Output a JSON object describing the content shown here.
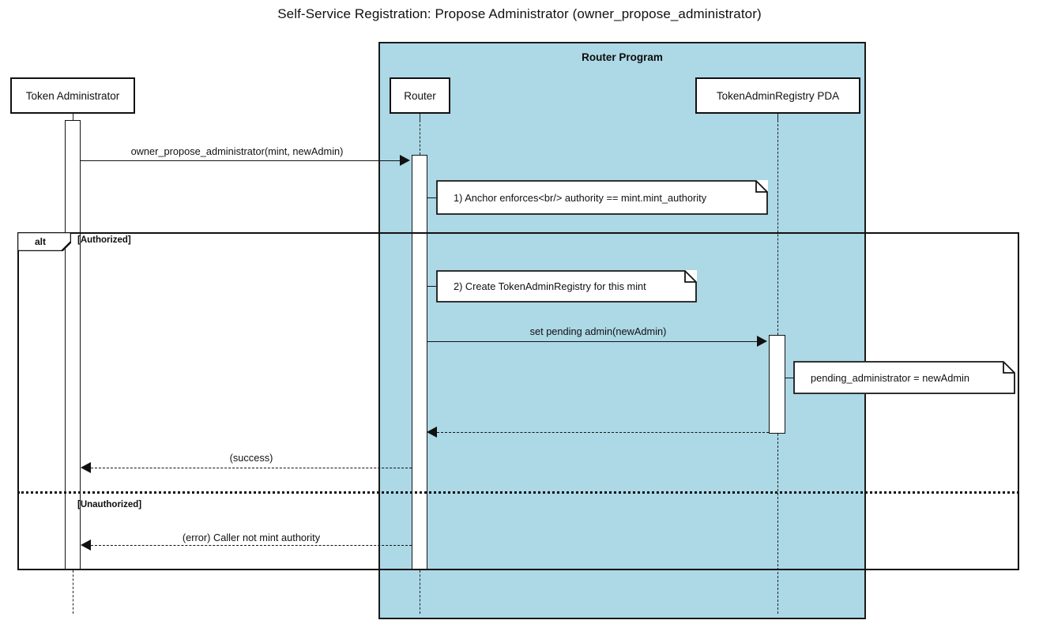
{
  "diagram": {
    "type": "sequence",
    "title": "Self-Service Registration: Propose Administrator (owner_propose_administrator)",
    "background": "#ffffff",
    "line_color": "#111111"
  },
  "groups": [
    {
      "id": "router-program",
      "label": "Router Program",
      "color": "#ADD8E6",
      "contains": [
        "router",
        "token-admin-registry-pda"
      ]
    }
  ],
  "participants": [
    {
      "id": "token-administrator",
      "label": "Token Administrator"
    },
    {
      "id": "router",
      "label": "Router"
    },
    {
      "id": "token-admin-registry-pda",
      "label": "TokenAdminRegistry PDA"
    }
  ],
  "messages": [
    {
      "id": "m1",
      "label": "owner_propose_administrator(mint, newAdmin)",
      "from": "token-administrator",
      "to": "router",
      "style": "solid",
      "direction": "right"
    },
    {
      "id": "m2",
      "label": "set pending admin(newAdmin)",
      "from": "router",
      "to": "token-admin-registry-pda",
      "style": "solid",
      "direction": "right"
    },
    {
      "id": "m3",
      "label": "",
      "from": "token-admin-registry-pda",
      "to": "router",
      "style": "dashed",
      "direction": "left"
    },
    {
      "id": "m4",
      "label": "(success)",
      "from": "router",
      "to": "token-administrator",
      "style": "dashed",
      "direction": "left"
    },
    {
      "id": "m5",
      "label": "(error) Caller not mint authority",
      "from": "router",
      "to": "token-administrator",
      "style": "dashed",
      "direction": "left"
    }
  ],
  "notes": [
    {
      "id": "n1",
      "text": "1) Anchor enforces<br/> authority == mint.mint_authority",
      "attached_to": "router",
      "side": "right"
    },
    {
      "id": "n2",
      "text": "2) Create TokenAdminRegistry for this mint",
      "attached_to": "router",
      "side": "right"
    },
    {
      "id": "n3",
      "text": "pending_administrator = newAdmin",
      "attached_to": "token-admin-registry-pda",
      "side": "right"
    }
  ],
  "fragments": [
    {
      "id": "alt-authorization",
      "operator": "alt",
      "branches": [
        {
          "guard": "[Authorized]"
        },
        {
          "guard": "[Unauthorized]"
        }
      ]
    }
  ]
}
